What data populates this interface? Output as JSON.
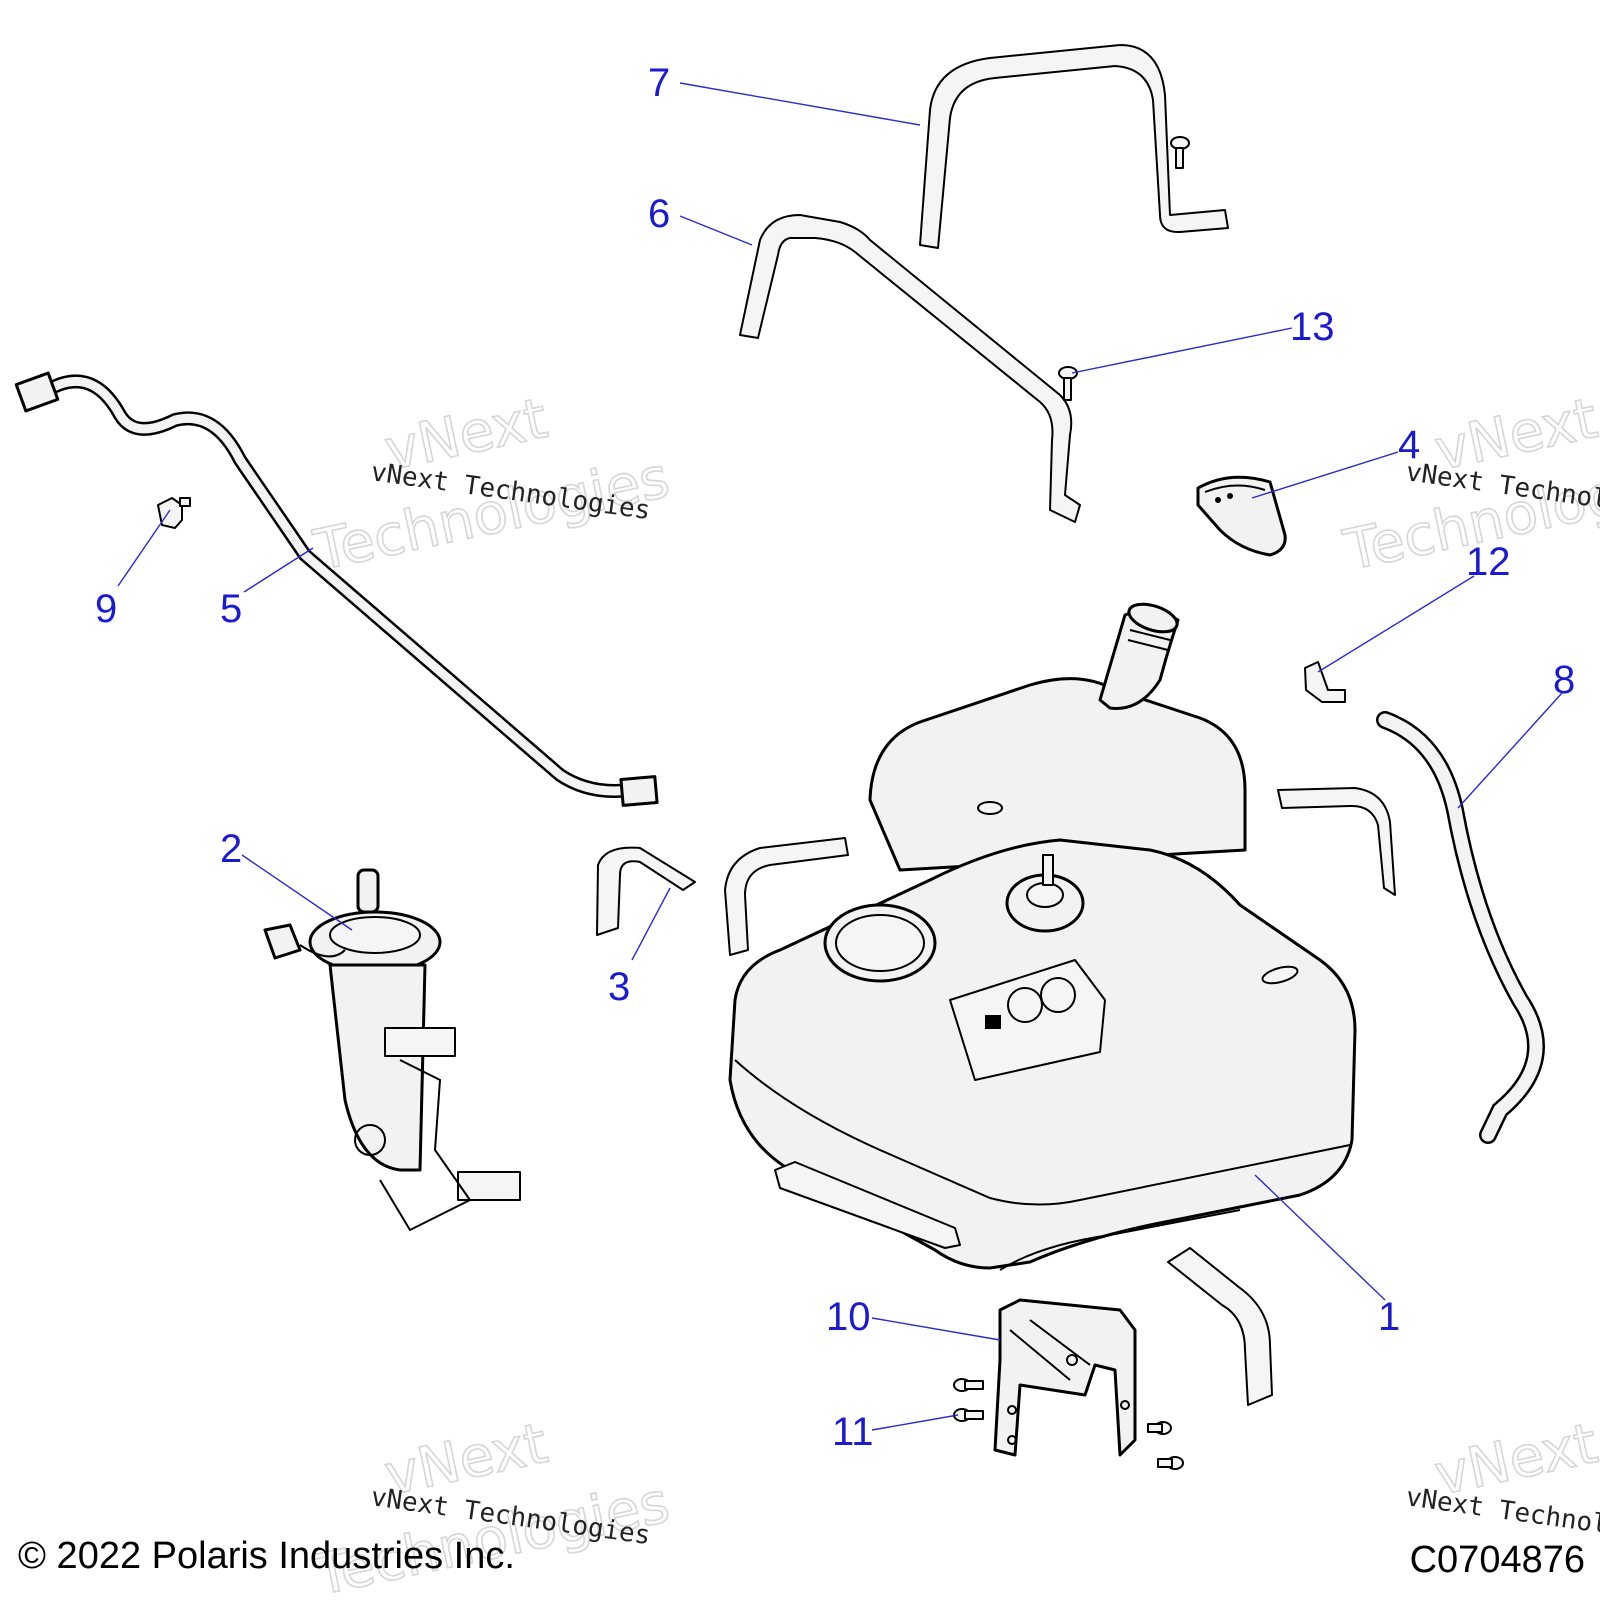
{
  "copyright": "© 2022 Polaris Industries Inc.",
  "figure_code": "C0704876",
  "watermark": {
    "small_text": "vNext Technologies",
    "big_line1": "vNext",
    "big_line2": "Technologies"
  },
  "callouts": [
    {
      "number": "1",
      "part": "fuel-tank"
    },
    {
      "number": "2",
      "part": "fuel-pump-assembly"
    },
    {
      "number": "3",
      "part": "tank-pad"
    },
    {
      "number": "4",
      "part": "fuel-cap"
    },
    {
      "number": "5",
      "part": "fuel-line"
    },
    {
      "number": "6",
      "part": "tank-strap-front"
    },
    {
      "number": "7",
      "part": "tank-strap-rear"
    },
    {
      "number": "8",
      "part": "vent-hose"
    },
    {
      "number": "9",
      "part": "line-clip"
    },
    {
      "number": "10",
      "part": "mounting-bracket"
    },
    {
      "number": "11",
      "part": "bracket-screws"
    },
    {
      "number": "12",
      "part": "vent-fitting"
    },
    {
      "number": "13",
      "part": "strap-screw"
    }
  ]
}
